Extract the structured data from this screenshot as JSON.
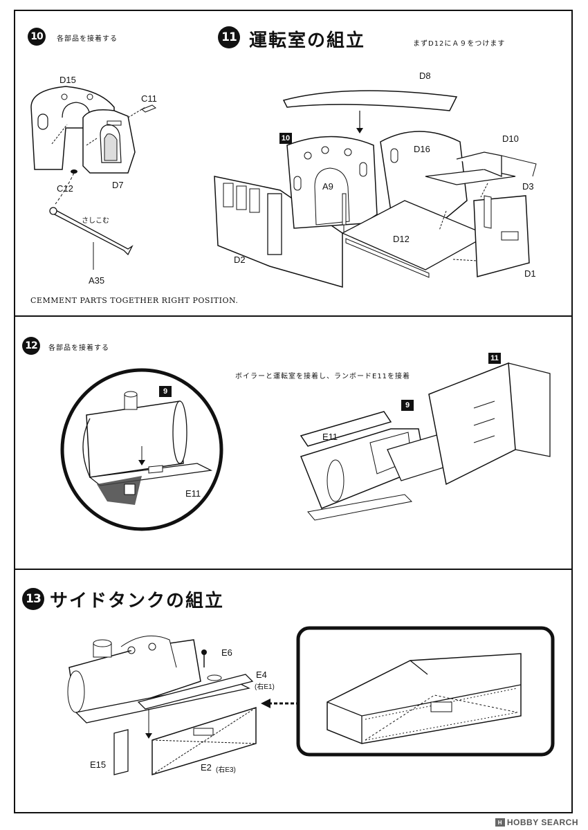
{
  "step10": {
    "number": "10",
    "note": "各部品を接着する",
    "parts": {
      "d15": "D15",
      "c11": "C11",
      "c12": "C12",
      "d7": "D7",
      "a35": "A35",
      "insert_note": "さしこむ"
    },
    "caption_en": "CEMMENT PARTS TOGETHER RIGHT POSITION."
  },
  "step11": {
    "number": "11",
    "title": "運転室の組立",
    "subnote": "まずD12にＡ９をつけます",
    "ref": "10",
    "parts": {
      "d8": "D8",
      "d16": "D16",
      "d10": "D10",
      "d3": "D3",
      "a9": "A9",
      "d12": "D12",
      "d2": "D2",
      "d1": "D1"
    }
  },
  "step12": {
    "number": "12",
    "note": "各部品を接着する",
    "ref_detail": "9",
    "detail_part": "E11",
    "instruction": "ボイラーと運転室を接着し、ランボードE11を接着",
    "ref_main_boiler": "9",
    "ref_main_cab": "11",
    "main_part": "E11"
  },
  "step13": {
    "number": "13",
    "title": "サイドタンクの組立",
    "parts": {
      "e6": "E6",
      "e4": "E4",
      "e4_note": "(右E1)",
      "e15": "E15",
      "e2": "E2",
      "e2_note": "(右E3)"
    }
  },
  "watermark": {
    "logo": "H",
    "text": "HOBBY SEARCH"
  },
  "icons": [
    "assembly-diagram",
    "arrow-icon",
    "magnifier-circle"
  ]
}
